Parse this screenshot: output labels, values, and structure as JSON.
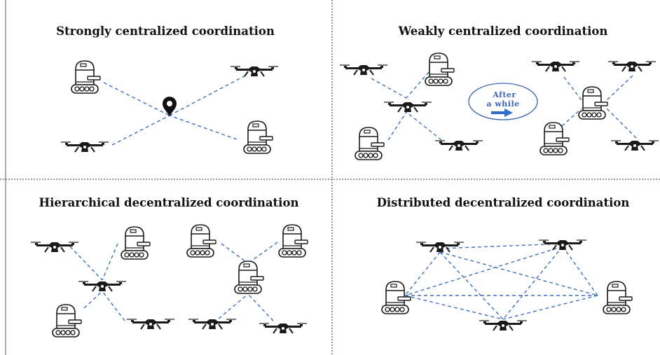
{
  "panels": {
    "top_left": {
      "title": "Strongly centralized coordination"
    },
    "top_right": {
      "title": "Weakly centralized coordination",
      "transition_label_line1": "After",
      "transition_label_line2": "a while"
    },
    "bottom_left": {
      "title": "Hierarchical decentralized coordination"
    },
    "bottom_right": {
      "title": "Distributed decentralized coordination"
    }
  },
  "colors": {
    "link": "#3f6fbf",
    "arrow": "#2f6fc9",
    "bubble_border": "#3b63b5",
    "icon": "#1a1a1a"
  },
  "icons": {
    "drone": "drone-icon",
    "ground_robot": "ground-robot-icon",
    "location_pin": "location-pin-icon"
  }
}
